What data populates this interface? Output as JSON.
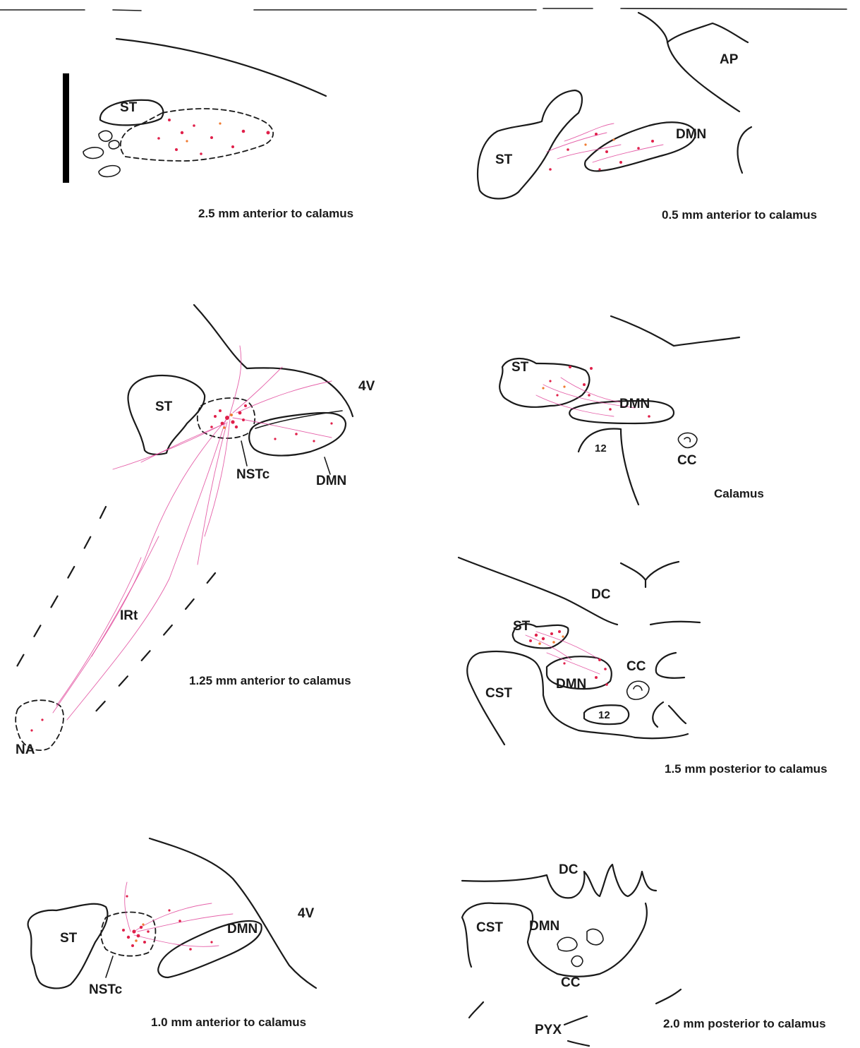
{
  "panels": [
    {
      "caption": "2.5 mm anterior to calamus",
      "labels": {
        "st": "ST"
      }
    },
    {
      "caption": "0.5 mm anterior to calamus",
      "labels": {
        "ap": "AP",
        "st": "ST",
        "dmn": "DMN"
      }
    },
    {
      "caption": "1.25 mm anterior to calamus",
      "labels": {
        "st": "ST",
        "fourth_ventricle": "4V",
        "nstc": "NSTc",
        "dmn": "DMN",
        "irt": "IRt",
        "na": "NA"
      }
    },
    {
      "caption": "Calamus",
      "labels": {
        "st": "ST",
        "dmn": "DMN",
        "hypoglossal": "12",
        "cc": "CC"
      }
    },
    {
      "caption": "1.5 mm posterior to calamus",
      "labels": {
        "dc": "DC",
        "st": "ST",
        "cst": "CST",
        "dmn": "DMN",
        "cc": "CC",
        "hypoglossal": "12"
      }
    },
    {
      "caption": "1.0 mm anterior to calamus",
      "labels": {
        "st": "ST",
        "fourth_ventricle": "4V",
        "dmn": "DMN",
        "nstc": "NSTc"
      }
    },
    {
      "caption": "2.0 mm posterior to calamus",
      "labels": {
        "dc": "DC",
        "cst": "CST",
        "dmn": "DMN",
        "cc": "CC",
        "pyx": "PYX"
      }
    }
  ],
  "colors": {
    "outline": "#1a1a1a",
    "fiber": "#e0459a",
    "terminal": "#e0204a",
    "terminal_alt": "#f07a30"
  },
  "scale_bar": true
}
